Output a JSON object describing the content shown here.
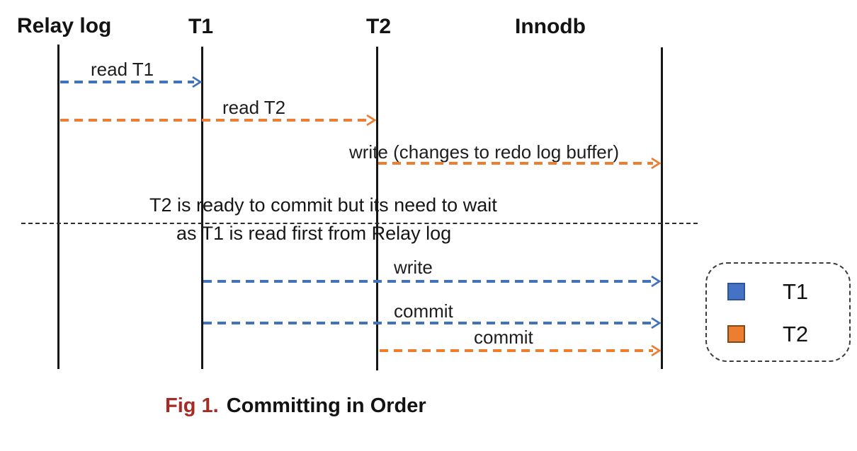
{
  "diagram": {
    "lifelines": [
      {
        "label": "Relay log"
      },
      {
        "label": "T1"
      },
      {
        "label": "T2"
      },
      {
        "label": "Innodb"
      }
    ],
    "messages": [
      {
        "label": "read T1",
        "from": "Relay log",
        "to": "T1",
        "color": "#4472C4"
      },
      {
        "label": "read T2",
        "from": "Relay log",
        "to": "T2",
        "color": "#ED7D31"
      },
      {
        "label": "write (changes to redo log buffer)",
        "from": "T2",
        "to": "Innodb",
        "color": "#ED7D31"
      },
      {
        "label": "write",
        "from": "T1",
        "to": "Innodb",
        "color": "#4472C4"
      },
      {
        "label": "commit",
        "from": "T1",
        "to": "Innodb",
        "color": "#4472C4"
      },
      {
        "label": "commit",
        "from": "T2",
        "to": "Innodb",
        "color": "#ED7D31"
      }
    ],
    "note": {
      "line1": "T2 is ready to commit but its need to wait",
      "line2": "as T1 is read first from Relay log"
    },
    "legend": {
      "items": [
        {
          "label": "T1",
          "color": "#4472C4"
        },
        {
          "label": "T2",
          "color": "#ED7D31"
        }
      ]
    },
    "caption": {
      "prefix": "Fig 1.",
      "text": "Committing in Order"
    },
    "colors": {
      "t1_blue": "#4472C4",
      "t2_orange": "#ED7D31",
      "caption_red": "#A62B25",
      "line_black": "#161616"
    }
  }
}
